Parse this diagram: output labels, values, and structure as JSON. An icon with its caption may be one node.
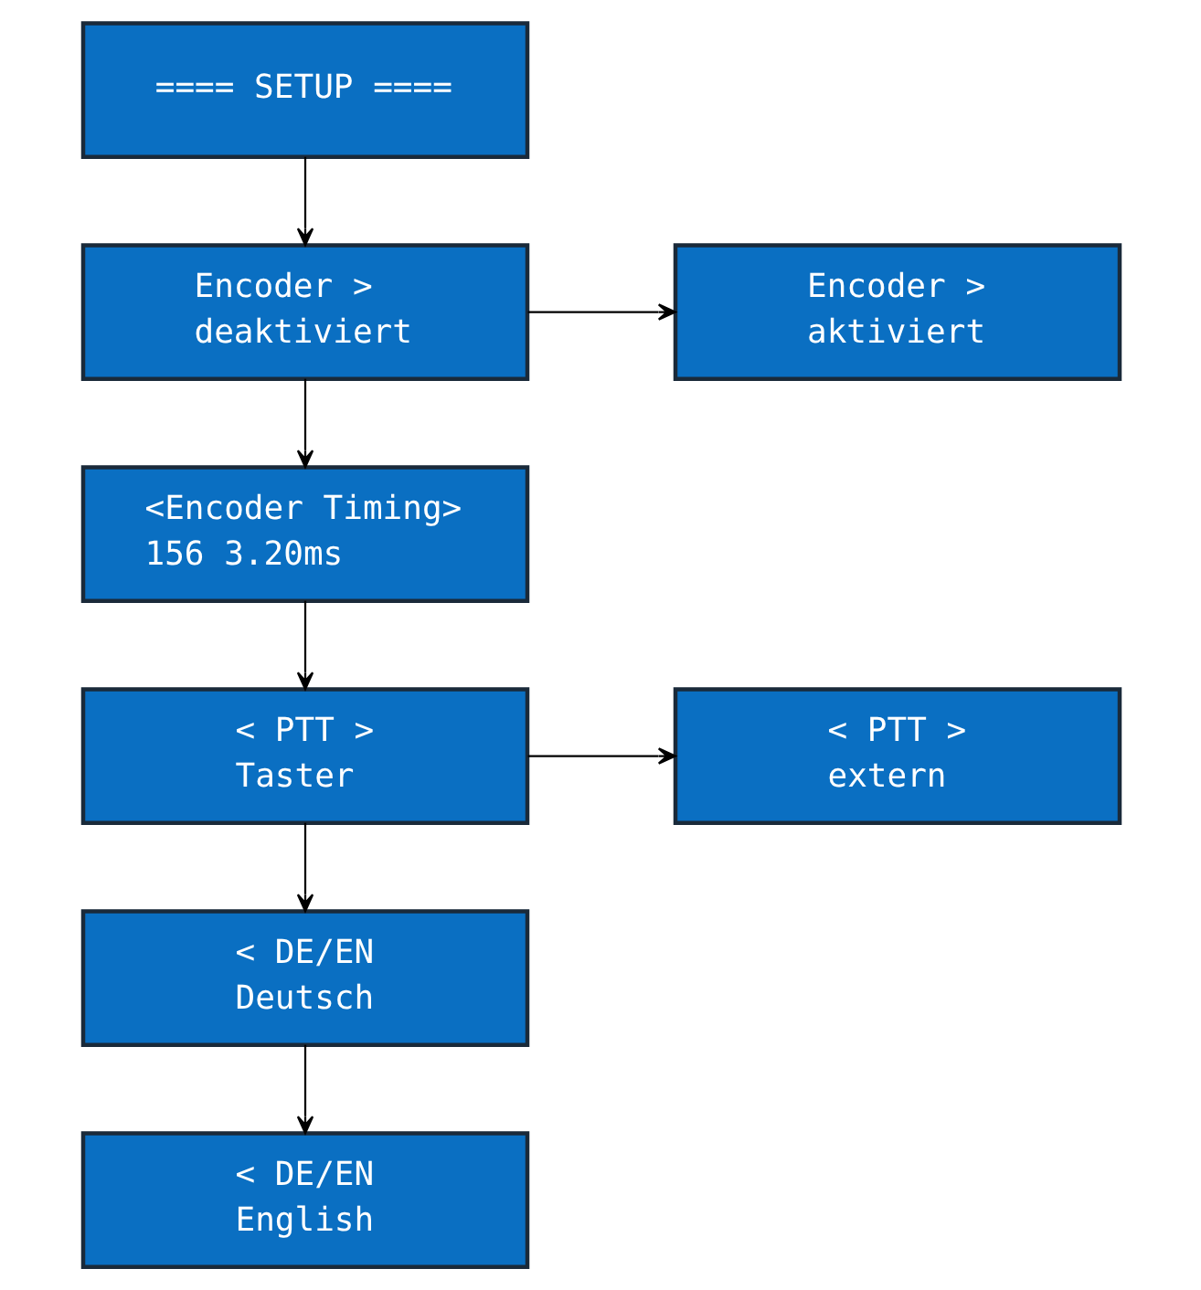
{
  "diagram": {
    "nodes": [
      {
        "text": [
          "==== SETUP ===="
        ]
      },
      {
        "text": [
          "Encoder >",
          "deaktiviert"
        ]
      },
      {
        "text": [
          "Encoder >",
          "aktiviert"
        ]
      },
      {
        "text": [
          "<Encoder Timing>",
          "156 3.20ms"
        ]
      },
      {
        "text": [
          "< PTT >",
          "Taster"
        ]
      },
      {
        "text": [
          "< PTT >",
          "extern"
        ]
      },
      {
        "text": [
          "< DE/EN",
          "Deutsch"
        ]
      },
      {
        "text": [
          "< DE/EN",
          "English"
        ]
      }
    ],
    "edges": [
      {
        "from": 0,
        "to": 1,
        "arrow": "to"
      },
      {
        "from": 1,
        "to": 2,
        "arrow": "to"
      },
      {
        "from": 1,
        "to": 3,
        "arrow": "to"
      },
      {
        "from": 3,
        "to": 4,
        "arrow": "to"
      },
      {
        "from": 4,
        "to": 5,
        "arrow": "to"
      },
      {
        "from": 4,
        "to": 6,
        "arrow": "to"
      },
      {
        "from": 6,
        "to": 7,
        "arrow": "to"
      }
    ]
  }
}
